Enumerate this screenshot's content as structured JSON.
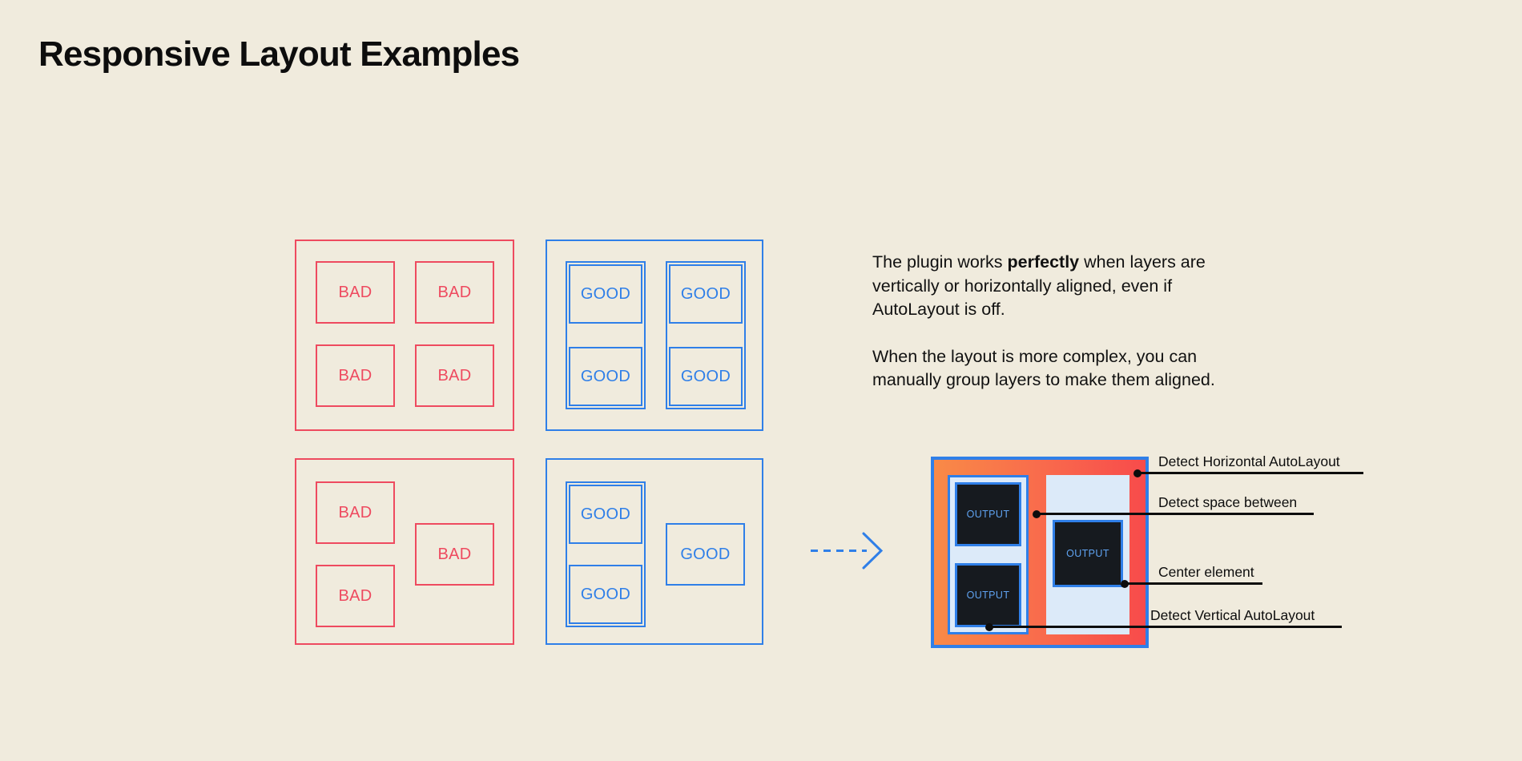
{
  "page": {
    "title": "Responsive Layout Examples",
    "background_color": "#f0ebdd"
  },
  "colors": {
    "bad": "#ee4a5f",
    "good": "#2f7fe8",
    "ink": "#0d0d0d",
    "panel_orange": "#f98a47",
    "panel_red": "#f84b4b",
    "output_bg": "#161a1f",
    "output_text": "#5fa2f0",
    "column_fill": "#dceaf9"
  },
  "examples": {
    "grid_bad": {
      "kind": "bad",
      "cells": [
        {
          "label": "BAD"
        },
        {
          "label": "BAD"
        },
        {
          "label": "BAD"
        },
        {
          "label": "BAD"
        }
      ]
    },
    "grid_good": {
      "kind": "good",
      "cells": [
        {
          "label": "GOOD"
        },
        {
          "label": "GOOD"
        },
        {
          "label": "GOOD"
        },
        {
          "label": "GOOD"
        }
      ]
    },
    "complex_bad": {
      "kind": "bad",
      "cells": [
        {
          "label": "BAD"
        },
        {
          "label": "BAD"
        },
        {
          "label": "BAD"
        }
      ]
    },
    "complex_good": {
      "kind": "good",
      "cells": [
        {
          "label": "GOOD"
        },
        {
          "label": "GOOD"
        },
        {
          "label": "GOOD"
        }
      ]
    }
  },
  "arrow": {
    "icon": "dashed-arrow-right-icon",
    "color": "#2f7fe8"
  },
  "copy": {
    "paragraph_1_a": "The plugin works ",
    "paragraph_1_b": "perfectly",
    "paragraph_1_c": " when layers are vertically or horizontally aligned, even if AutoLayout is off.",
    "paragraph_2": "When the layout is more complex, you can manually group layers to make them aligned."
  },
  "mock": {
    "outputs": [
      {
        "label": "OUTPUT"
      },
      {
        "label": "OUTPUT"
      },
      {
        "label": "OUTPUT"
      }
    ]
  },
  "callouts": [
    {
      "label": "Detect Horizontal AutoLayout"
    },
    {
      "label": "Detect space between"
    },
    {
      "label": "Center element"
    },
    {
      "label": "Detect Vertical AutoLayout"
    }
  ]
}
